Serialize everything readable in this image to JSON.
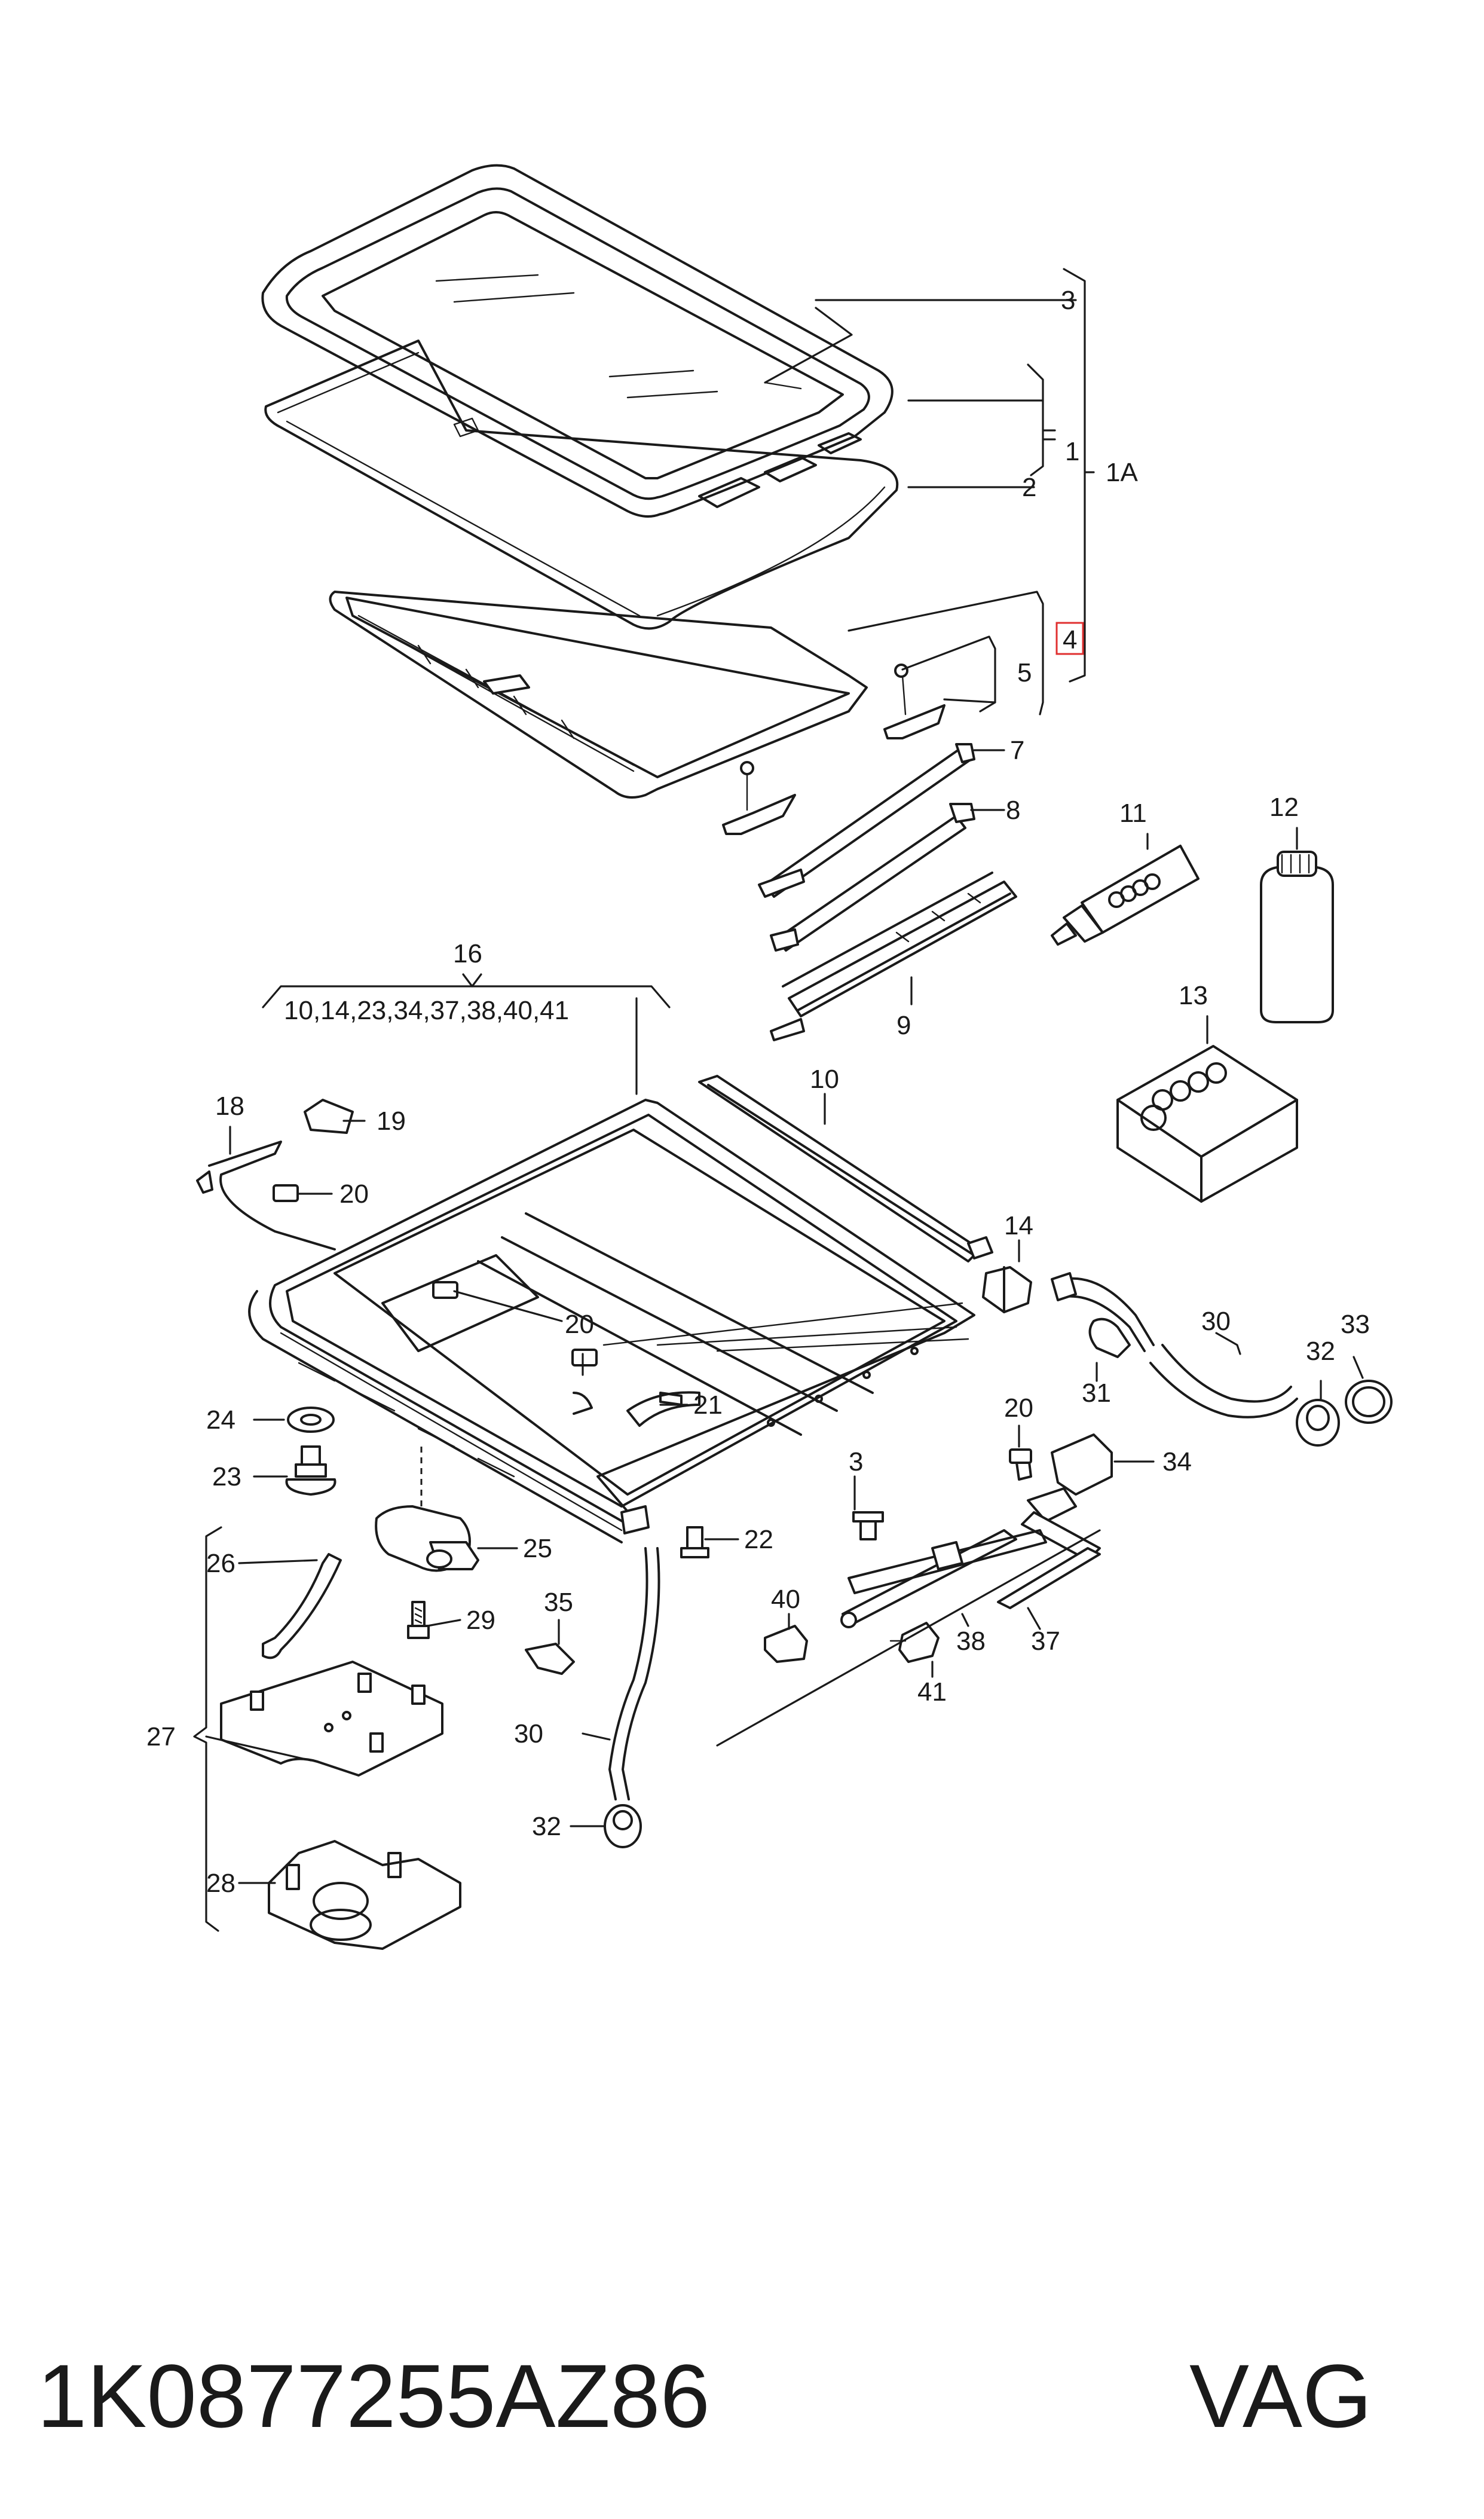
{
  "labels": {
    "l3a": "3",
    "l1": "1",
    "l1a": "1A",
    "l2": "2",
    "l4": "4",
    "l5": "5",
    "l7": "7",
    "l8": "8",
    "l9": "9",
    "l11": "11",
    "l12": "12",
    "l13": "13",
    "l16": "16",
    "l16sub": "10,14,23,34,37,38,40,41",
    "l10": "10",
    "l18": "18",
    "l19": "19",
    "l20a": "20",
    "l20b": "20",
    "l20c": "20",
    "l21": "21",
    "l14": "14",
    "l30a": "30",
    "l33": "33",
    "l32a": "32",
    "l31": "31",
    "l24": "24",
    "l23": "23",
    "l25": "25",
    "l22": "22",
    "l3b": "3",
    "l34": "34",
    "l26": "26",
    "l29": "29",
    "l35": "35",
    "l40": "40",
    "l38": "38",
    "l37": "37",
    "l41": "41",
    "l27": "27",
    "l30b": "30",
    "l32b": "32",
    "l28": "28"
  },
  "footer": {
    "part_number": "1K0877255AZ86",
    "brand": "VAG"
  },
  "colors": {
    "ink": "#1a1a1a",
    "highlight": "#e03030",
    "background": "#ffffff"
  }
}
